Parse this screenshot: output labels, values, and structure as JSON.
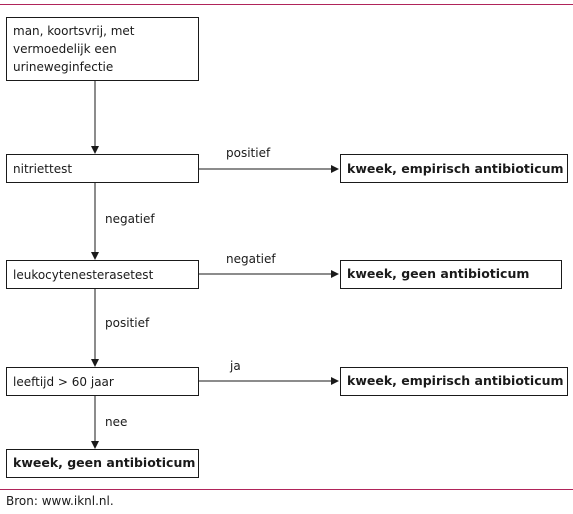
{
  "start_box": "man, koortsvrij, met vermoedelijk een urineweginfectie",
  "steps": [
    {
      "test": "nitriettest",
      "side_label": "positief",
      "side_result": "kweek, empirisch antibioticum",
      "down_label": "negatief"
    },
    {
      "test": "leukocytenesterasetest",
      "side_label": "negatief",
      "side_result": "kweek, geen antibioticum",
      "down_label": "positief"
    },
    {
      "test": "leeftijd > 60 jaar",
      "side_label": "ja",
      "side_result": "kweek, empirisch antibioticum",
      "down_label": "nee"
    }
  ],
  "final_result": "kweek, geen antibioticum",
  "source": "Bron: www.iknl.nl.",
  "colors": {
    "rule": "#b0245a",
    "line": "#1a1a1a"
  }
}
